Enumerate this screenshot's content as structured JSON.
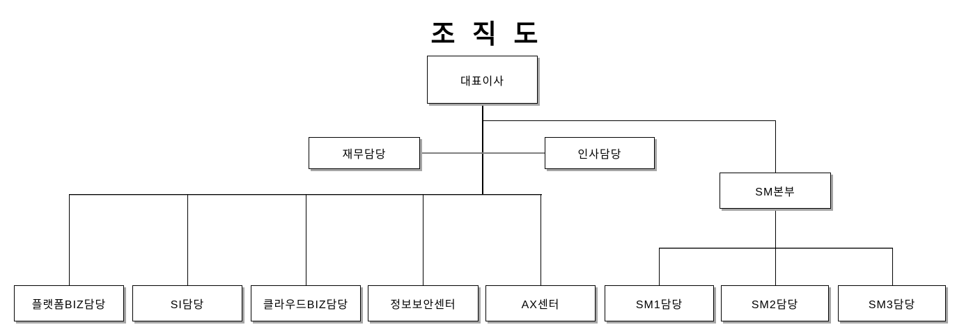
{
  "diagram": {
    "title": "조 직 도",
    "nodes": {
      "ceo": {
        "label": "대표이사"
      },
      "finance": {
        "label": "재무담당"
      },
      "hr": {
        "label": "인사담당"
      },
      "sm_hq": {
        "label": "SM본부"
      },
      "platform": {
        "label": "플랫폼BIZ담당"
      },
      "si": {
        "label": "SI담당"
      },
      "cloud": {
        "label": "클라우드BIZ담당"
      },
      "security": {
        "label": "정보보안센터"
      },
      "ax": {
        "label": "AX센터"
      },
      "sm1": {
        "label": "SM1담당"
      },
      "sm2": {
        "label": "SM2담당"
      },
      "sm3": {
        "label": "SM3담당"
      }
    },
    "hierarchy": {
      "root": "대표이사",
      "staff": [
        "재무담당",
        "인사담당"
      ],
      "children": [
        "플랫폼BIZ담당",
        "SI담당",
        "클라우드BIZ담당",
        "정보보안센터",
        "AX센터",
        "SM본부"
      ],
      "sm_children": [
        "SM1담당",
        "SM2담당",
        "SM3담당"
      ]
    },
    "colors": {
      "background": "#ffffff",
      "box_fill": "#ffffff",
      "box_border": "#000000",
      "box_shadow": "#a6a6a6",
      "connector": "#000000",
      "staff_connector": "#7f7f7f",
      "text": "#000000"
    }
  }
}
